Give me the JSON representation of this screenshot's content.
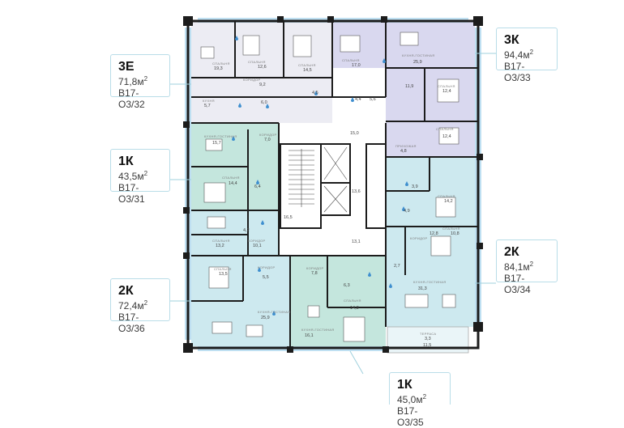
{
  "apartments": [
    {
      "id": "3e",
      "type": "3Е",
      "area": "71,8м",
      "sup": "2",
      "code": "В17-О3/32"
    },
    {
      "id": "3k",
      "type": "3К",
      "area": "94,4м",
      "sup": "2",
      "code": "В17-О3/33"
    },
    {
      "id": "1k-a",
      "type": "1К",
      "area": "43,5м",
      "sup": "2",
      "code": "В17-О3/31"
    },
    {
      "id": "2k-a",
      "type": "2К",
      "area": "84,1м",
      "sup": "2",
      "code": "В17-О3/34"
    },
    {
      "id": "2k-b",
      "type": "2К",
      "area": "72,4м",
      "sup": "2",
      "code": "В17-О3/36"
    },
    {
      "id": "1k-b",
      "type": "1К",
      "area": "45,0м",
      "sup": "2",
      "code": "В17-О3/35"
    }
  ],
  "room_areas": {
    "r1": "19,3",
    "r2": "12,6",
    "r3": "14,5",
    "r4": "17,0",
    "r5": "25,9",
    "r6": "9,2",
    "r7": "5,7",
    "r8": "6,0",
    "r9": "4,5",
    "r10": "4,4",
    "r11": "5,6",
    "r12": "11,9",
    "r13": "12,4",
    "r14": "15,0",
    "r15": "12,4",
    "r16": "15,7",
    "r17": "7,0",
    "r18": "4,8",
    "r19": "14,4",
    "r20": "6,4",
    "r21": "13,6",
    "r22": "3,9",
    "r23": "14,2",
    "r24": "16,5",
    "r25": "4,9",
    "r26": "13,2",
    "r27": "4,2",
    "r28": "10,1",
    "r29": "13,1",
    "r30": "12,8",
    "r31": "10,8",
    "r32": "13,5",
    "r33": "5,5",
    "r34": "7,8",
    "r35": "2,7",
    "r36": "6,3",
    "r37": "31,3",
    "r38": "14,8",
    "r39": "25,9",
    "r40": "16,1",
    "r41": "3,3",
    "r42": "11,5"
  },
  "room_labels": {
    "kitchen_living": "КУХНЯ-ГОСТИНАЯ",
    "bedroom": "СПАЛЬНЯ",
    "corridor": "КОРИДОР",
    "kitchen": "КУХНЯ",
    "hall": "ПРИХОЖАЯ",
    "terrace": "ТЕРРАСА"
  },
  "colors": {
    "apt_3k": "#d9d8ef",
    "apt_1k": "#c4e6dd",
    "apt_2k": "#cde9ef",
    "apt_3e": "#ececf3",
    "glazing": "#bfe0f2",
    "wall": "#1c1c1c",
    "callout_line": "#9fd0dd",
    "water_icon": "#3f8fcf"
  }
}
